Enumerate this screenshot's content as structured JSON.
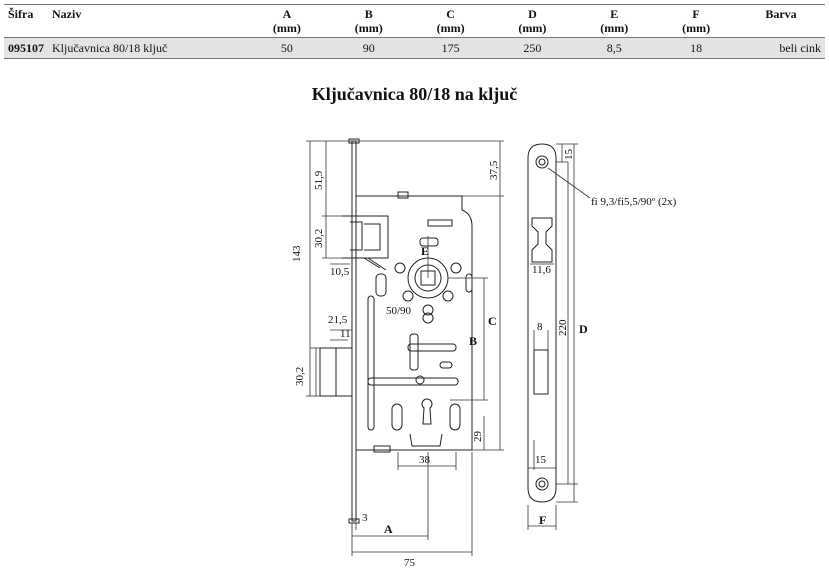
{
  "table": {
    "headers": {
      "code": "Šifra",
      "name": "Naziv",
      "a": "A",
      "b": "B",
      "c": "C",
      "d": "D",
      "e": "E",
      "f": "F",
      "unit": "(mm)",
      "color": "Barva"
    },
    "row": {
      "code": "095107",
      "name": "Ključavnica 80/18 ključ",
      "a": "50",
      "b": "90",
      "c": "175",
      "d": "250",
      "e": "8,5",
      "f": "18",
      "color": "beli cink"
    }
  },
  "drawing": {
    "title": "Ključavnica 80/18 na ključ",
    "labels": {
      "A": "A",
      "B": "B",
      "C": "C",
      "D": "D",
      "E": "E",
      "F": "F"
    },
    "dimensions": {
      "d143": "143",
      "d51_9": "51,9",
      "d30_2_top": "30,2",
      "d10_5": "10,5",
      "d21_5": "21,5",
      "d11": "11",
      "d30_2_bottom": "30,2",
      "d37_5": "37,5",
      "d50_90": "50/90",
      "d29": "29",
      "d38": "38",
      "d3": "3",
      "d75": "75",
      "d15_top": "15",
      "d11_6": "11,6",
      "d8": "8",
      "d220": "220",
      "d15_bottom": "15"
    },
    "annotation": "fi 9,3/fi5,5/90º (2x)"
  }
}
